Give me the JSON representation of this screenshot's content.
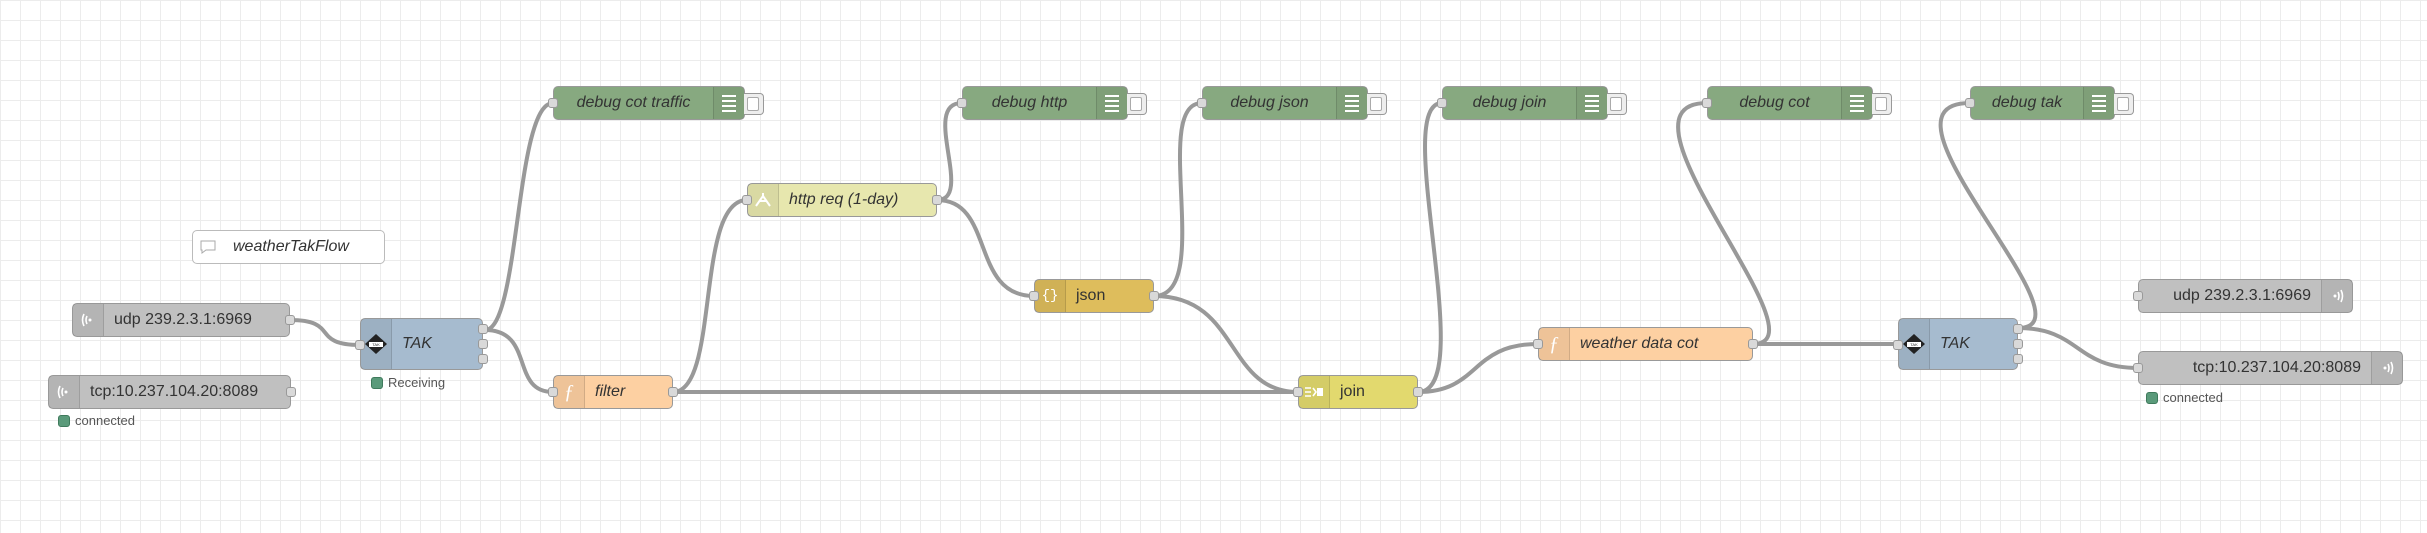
{
  "flow": {
    "comment": "weatherTakFlow",
    "nodes": {
      "udp_in": {
        "label": "udp 239.2.3.1:6969",
        "icon": "wifi-signal-icon",
        "color": "#c0c0c0"
      },
      "tcp_in": {
        "label": "tcp:10.237.104.20:8089",
        "icon": "wifi-signal-icon",
        "color": "#c0c0c0",
        "status": "connected"
      },
      "tak_left": {
        "label": "TAK",
        "icon": "tak-logo-icon",
        "color": "#a6bbcf",
        "status": "Receiving"
      },
      "debug_cot_traffic": {
        "label": "debug cot traffic",
        "icon": "list-lines-icon",
        "color": "#87a980"
      },
      "filter": {
        "label": "filter",
        "icon": "function-icon",
        "color": "#fdd0a2"
      },
      "http_req": {
        "label": "http req (1-day)",
        "icon": "http-request-icon",
        "color": "#e7e7ae"
      },
      "debug_http": {
        "label": "debug http",
        "icon": "list-lines-icon",
        "color": "#87a980"
      },
      "json": {
        "label": "json",
        "icon": "json-braces-icon",
        "color": "#debd5c"
      },
      "debug_json": {
        "label": "debug json",
        "icon": "list-lines-icon",
        "color": "#87a980"
      },
      "join": {
        "label": "join",
        "icon": "join-icon",
        "color": "#e2d96e"
      },
      "debug_join": {
        "label": "debug join",
        "icon": "list-lines-icon",
        "color": "#87a980"
      },
      "weather_data_cot": {
        "label": "weather data cot",
        "icon": "function-icon",
        "color": "#fdd0a2"
      },
      "debug_cot": {
        "label": "debug cot",
        "icon": "list-lines-icon",
        "color": "#87a980"
      },
      "tak_right": {
        "label": "TAK",
        "icon": "tak-logo-icon",
        "color": "#a6bbcf"
      },
      "debug_tak": {
        "label": "debug tak",
        "icon": "list-lines-icon",
        "color": "#87a980"
      },
      "udp_out": {
        "label": "udp 239.2.3.1:6969",
        "icon": "wifi-signal-icon",
        "color": "#c0c0c0"
      },
      "tcp_out": {
        "label": "tcp:10.237.104.20:8089",
        "icon": "wifi-signal-icon",
        "color": "#c0c0c0",
        "status": "connected"
      }
    },
    "colors": {
      "wire": "#999999",
      "status_connected": "#5a9a7a",
      "grid": "#ececec"
    }
  }
}
